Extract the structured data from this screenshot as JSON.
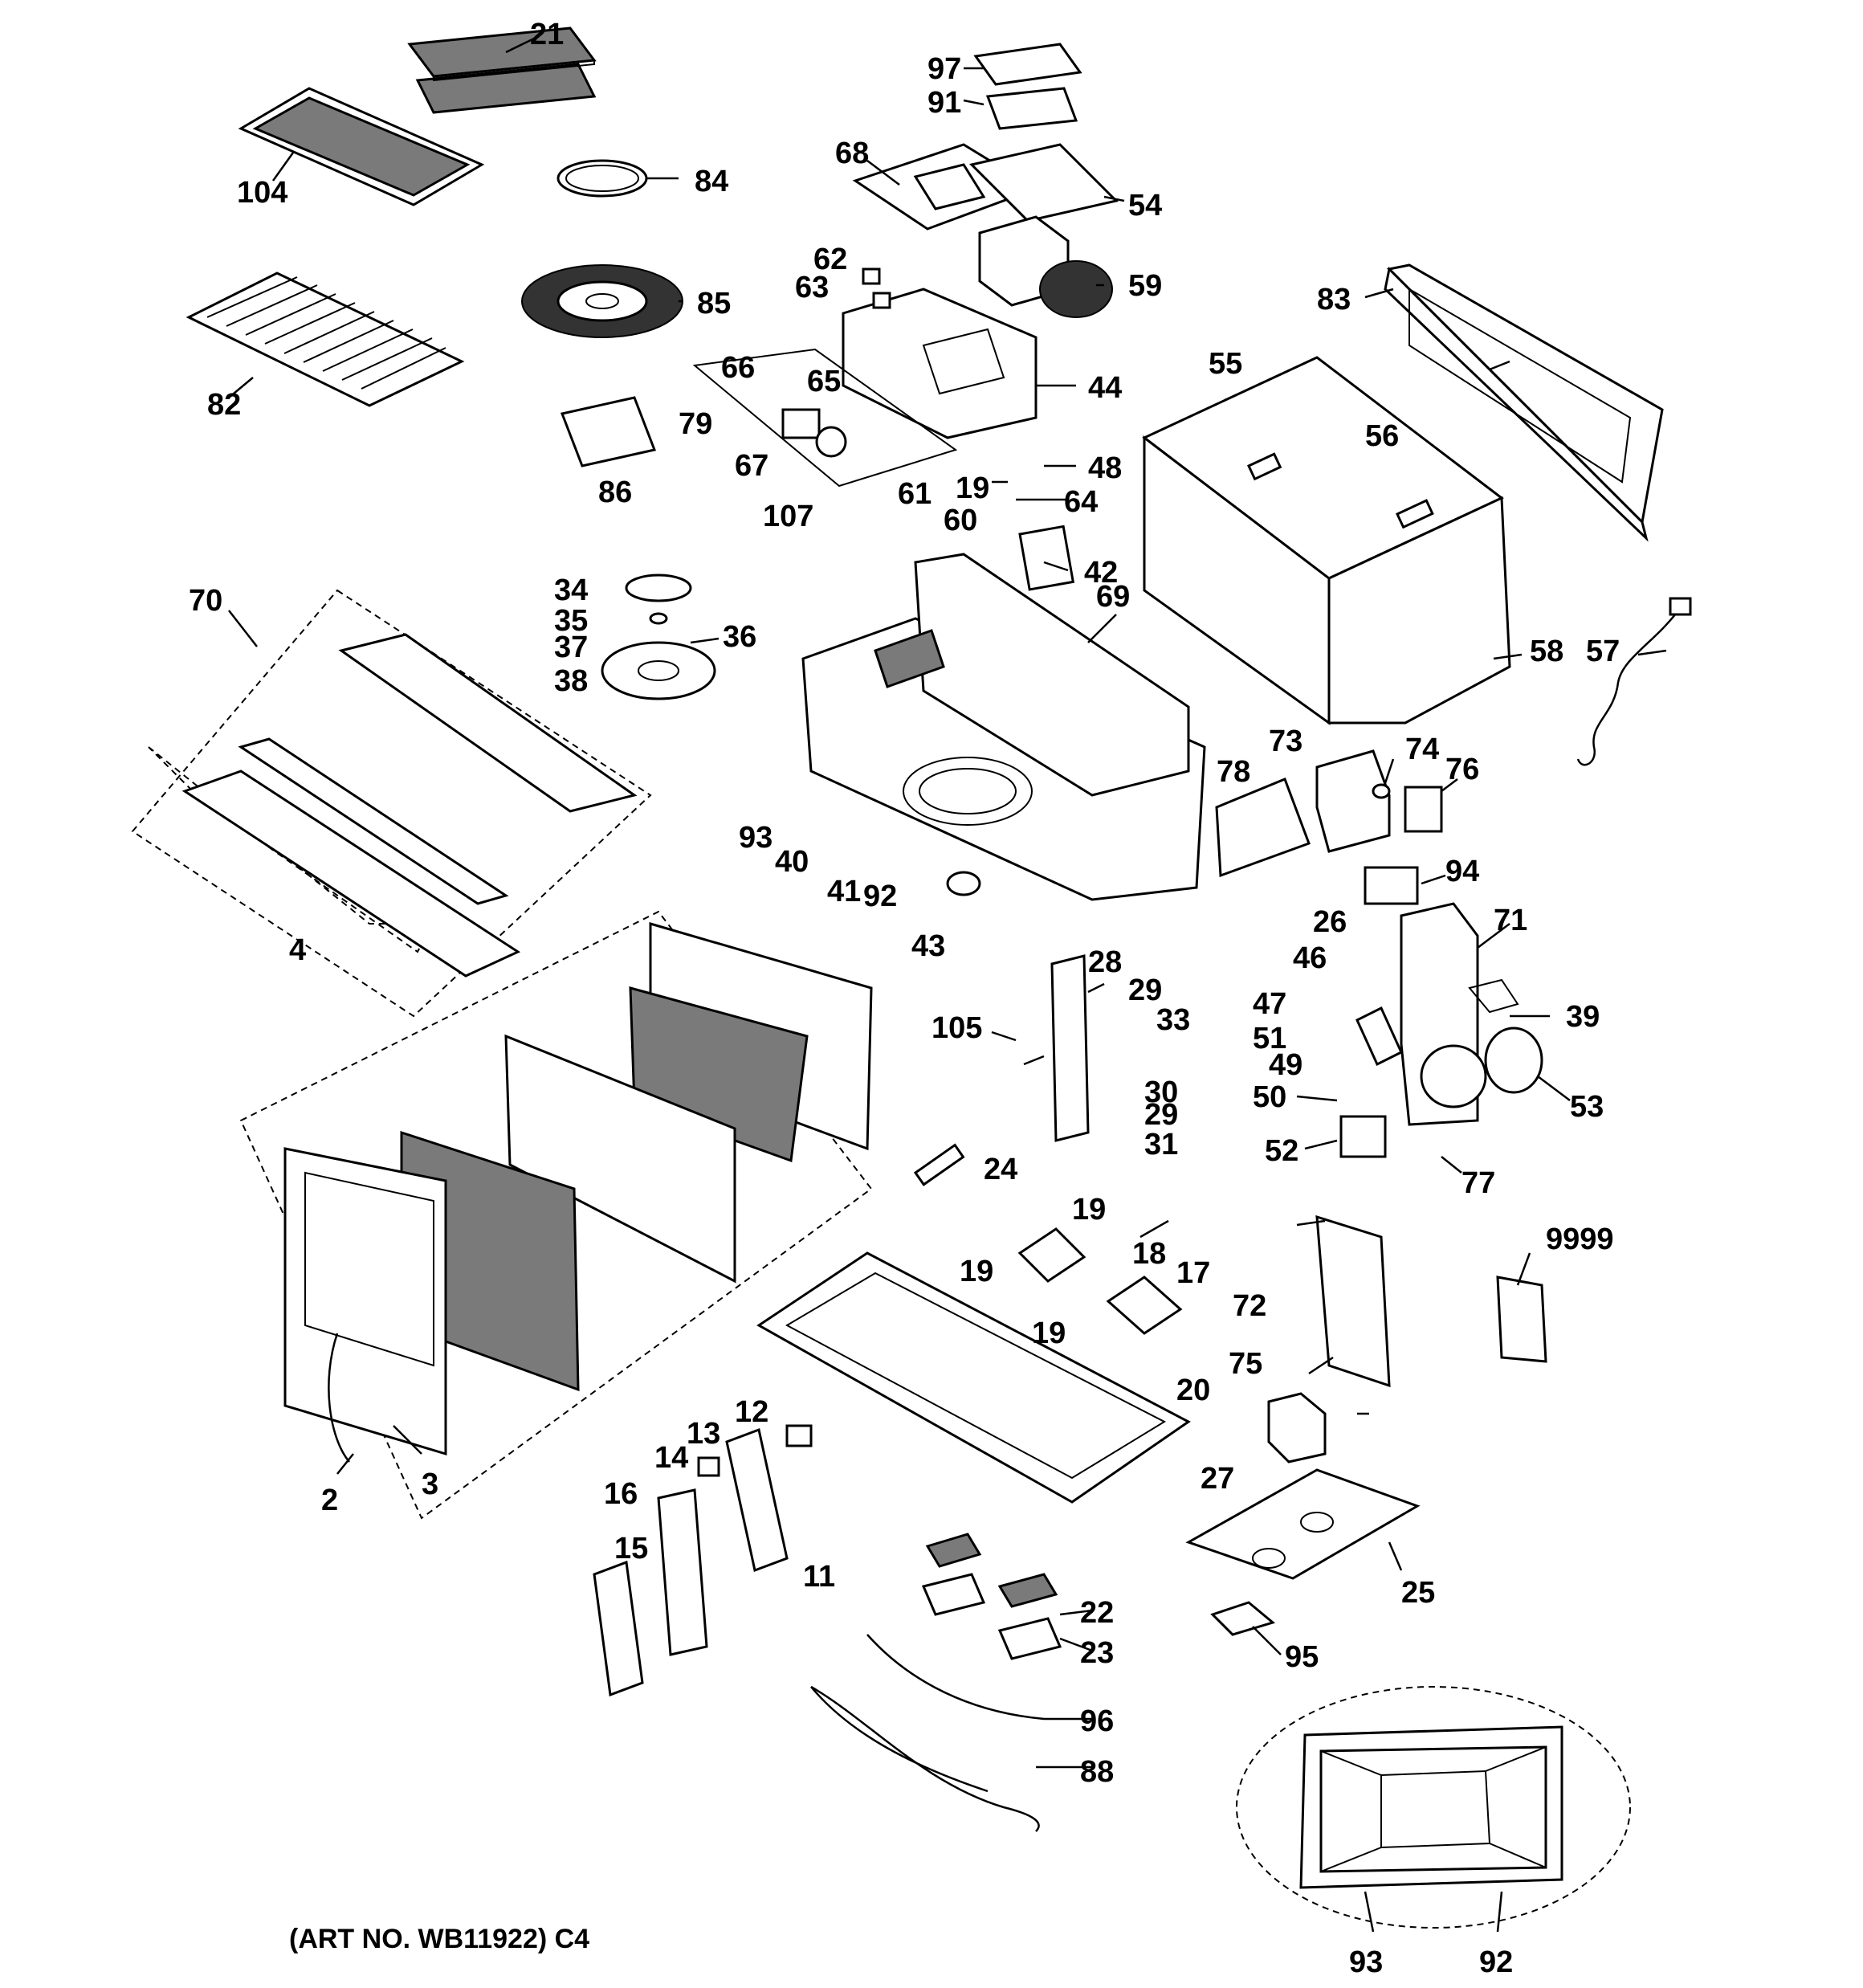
{
  "title": "",
  "art_number": "(ART NO. WB11922) C4",
  "labels": {
    "p21": "21",
    "p104": "104",
    "p84": "84",
    "p82": "82",
    "p85": "85",
    "p86": "86",
    "p97": "97",
    "p91": "91",
    "p68": "68",
    "p54": "54",
    "p62": "62",
    "p63": "63",
    "p59": "59",
    "p66": "66",
    "p65": "65",
    "p44": "44",
    "p79": "79",
    "p67": "67",
    "p107": "107",
    "p19a": "19",
    "p48": "48",
    "p64": "64",
    "p61": "61",
    "p60": "60",
    "p42": "42",
    "p83": "83",
    "p55": "55",
    "p56": "56",
    "p58": "58",
    "p57": "57",
    "p70": "70",
    "p34": "34",
    "p35": "35",
    "p36": "36",
    "p37": "37",
    "p38": "38",
    "p69": "69",
    "p93a": "93",
    "p40": "40",
    "p41": "41",
    "p92a": "92",
    "p43": "43",
    "p4": "4",
    "p73": "73",
    "p74": "74",
    "p76": "76",
    "p78": "78",
    "p94": "94",
    "p26": "26",
    "p71": "71",
    "p46": "46",
    "p47": "47",
    "p39": "39",
    "p51": "51",
    "p49": "49",
    "p50": "50",
    "p53": "53",
    "p52": "52",
    "p77": "77",
    "p28": "28",
    "p29a": "29",
    "p33": "33",
    "p105": "105",
    "p30": "30",
    "p29b": "29",
    "p31": "31",
    "p24": "24",
    "p19b": "19",
    "p19c": "19",
    "p18": "18",
    "p17": "17",
    "p19d": "19",
    "p20": "20",
    "p72": "72",
    "p9999": "9999",
    "p75": "75",
    "p27": "27",
    "p25": "25",
    "p2": "2",
    "p3": "3",
    "p12": "12",
    "p13": "13",
    "p14": "14",
    "p16": "16",
    "p11": "11",
    "p15": "15",
    "p22": "22",
    "p23": "23",
    "p95": "95",
    "p96": "96",
    "p88": "88",
    "p93b": "93",
    "p92b": "92"
  }
}
